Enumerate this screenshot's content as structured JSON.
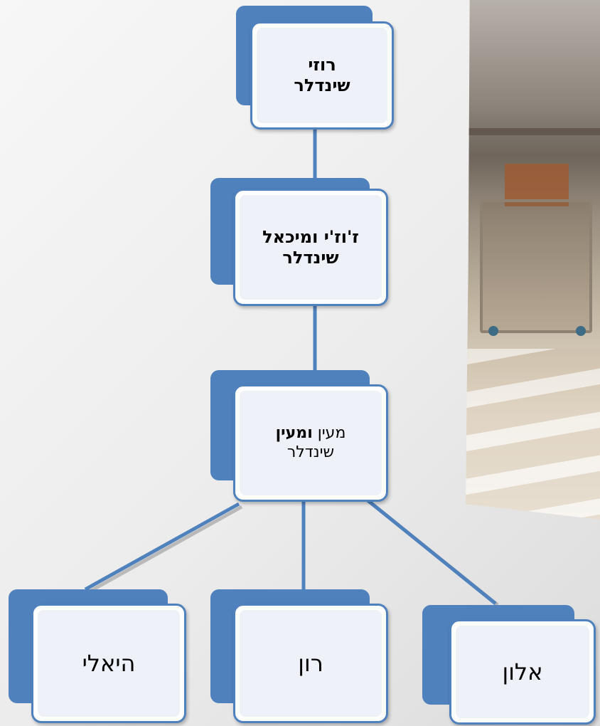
{
  "diagram": {
    "nodes": {
      "rozi": "רוזי שינדלר",
      "joji_michael": "ז'וז'י ומיכאל שינדלר",
      "mayan_prefix": "מעין ",
      "mayan_bold": "ומעין",
      "mayan_suffix": "שינדלר",
      "haeli": "היאלי",
      "ron": "רון",
      "alon": "אלון"
    }
  },
  "colors": {
    "box_border": "#4f81bd",
    "box_back": "#4f81bd",
    "connector": "#4f81bd"
  }
}
